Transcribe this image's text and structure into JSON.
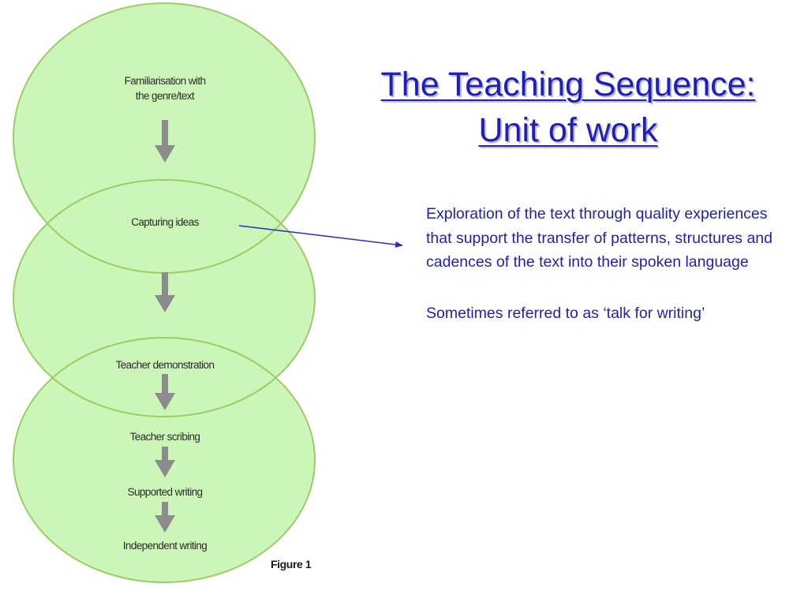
{
  "title": {
    "line1": "The Teaching Sequence:",
    "line2": "Unit of work"
  },
  "diagram": {
    "colors": {
      "fill": "#ccf5b8",
      "stroke": "#9ccc66",
      "arrow": "#8c8c8c",
      "callout_line": "#2a2acc"
    },
    "steps": [
      "Familiarisation with",
      "the genre/text",
      "Capturing ideas",
      "Teacher demonstration",
      "Teacher scribing",
      "Supported writing",
      "Independent writing"
    ],
    "caption": "Figure 1"
  },
  "description": {
    "paragraph1": "Exploration of the text through quality experiences that support the transfer of patterns, structures and cadences of the text into their spoken language",
    "paragraph2": "Sometimes referred to as ‘talk for writing’"
  }
}
